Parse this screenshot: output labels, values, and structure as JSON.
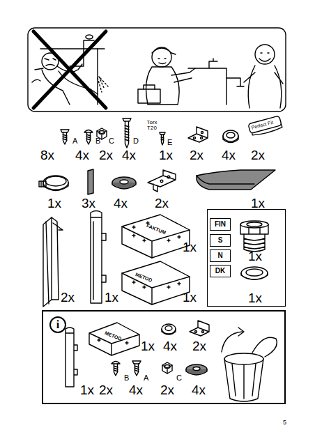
{
  "diagram": {
    "nodes": [
      {
        "text": [
          "1x",
          "1x"
        ]
      },
      {
        "text": [
          "FIN"
        ],
        "in": 0
      },
      {
        "text": [
          "S"
        ],
        "in": 0
      },
      {
        "text": [
          "N"
        ],
        "in": 0
      },
      {
        "text": [
          "DK"
        ],
        "in": 0
      },
      {
        "text": [
          "METOD",
          "1x",
          "4x",
          "2x",
          "1x",
          "B",
          "2x",
          "A",
          "4x",
          "C",
          "2x",
          "4x"
        ]
      },
      {
        "text": [
          "i"
        ],
        "in": 5
      }
    ],
    "labels": [
      "A",
      "8x",
      "B",
      "4x",
      "C",
      "2x",
      "D",
      "4x",
      "Torx T20",
      "E",
      "1x",
      "2x",
      "4x",
      "Perfect Fit",
      "2x",
      "1x",
      "3x",
      "4x",
      "2x",
      "1x",
      "2x",
      "1x",
      "FAKTUM",
      "1x",
      "METOD",
      "1x",
      "5"
    ]
  }
}
